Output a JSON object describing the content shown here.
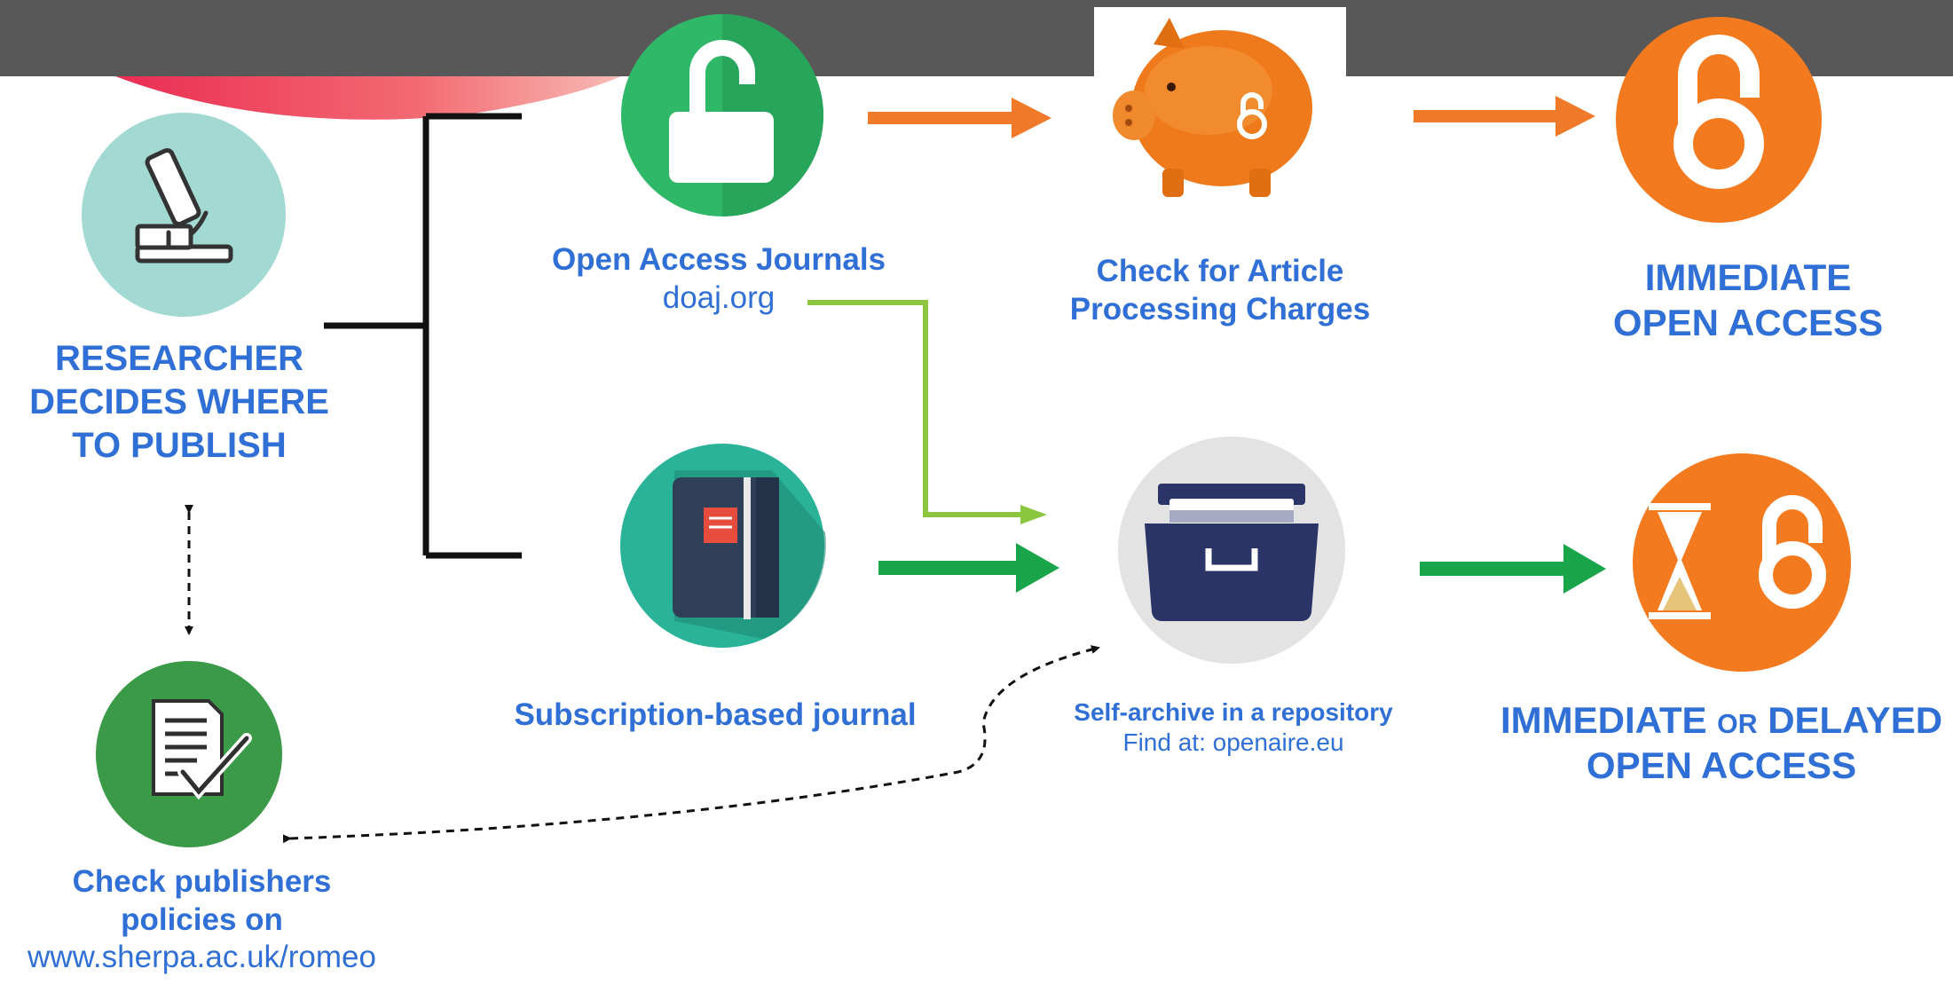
{
  "colors": {
    "topbar": "#585858",
    "label_blue": "#2f6fd6",
    "orange": "#f07a2a",
    "green": "#1aa54b",
    "light_green": "#8cc63f",
    "black": "#111111"
  },
  "icons": {
    "researcher": "microscope-icon",
    "oa_journal": "unlocked-padlock-icon",
    "apc": "piggy-bank-icon",
    "immediate_oa": "open-access-icon",
    "subscription": "notebook-icon",
    "repository": "file-drawer-icon",
    "delayed_oa": "hourglass-open-access-icon",
    "publisher_policies": "checked-document-icon"
  },
  "nodes": {
    "researcher": {
      "line1": "RESEARCHER",
      "line2": "DECIDES WHERE",
      "line3": "TO PUBLISH"
    },
    "oa_journal": {
      "title": "Open Access Journals",
      "link": "doaj.org"
    },
    "apc": {
      "line1": "Check for Article",
      "line2": "Processing Charges"
    },
    "immediate_oa": {
      "line1": "IMMEDIATE",
      "line2": "OPEN ACCESS"
    },
    "subscription": {
      "title": "Subscription-based journal"
    },
    "repository": {
      "title": "Self-archive in a repository",
      "subtitle": "Find at: openaire.eu"
    },
    "delayed_oa": {
      "part1": "IMMEDIATE",
      "part2": "OR",
      "part3": "DELAYED",
      "line2": "OPEN ACCESS"
    },
    "publisher_policies": {
      "line1": "Check publishers",
      "line2": "policies on",
      "link": "www.sherpa.ac.uk/romeo"
    }
  }
}
